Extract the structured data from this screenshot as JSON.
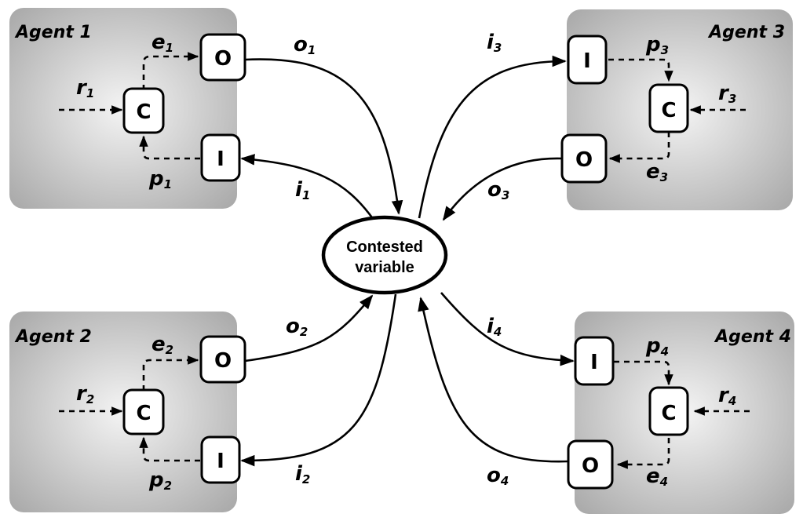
{
  "diagram": {
    "center_node": {
      "line1": "Contested",
      "line2": "variable"
    },
    "agents": [
      {
        "title": "Agent 1",
        "controller": "C",
        "output_node": "O",
        "input_node": "I",
        "reference": {
          "base": "r",
          "sub": "1"
        },
        "error_output": {
          "base": "e",
          "sub": "1"
        },
        "perception": {
          "base": "p",
          "sub": "1"
        },
        "output_to_variable": {
          "base": "o",
          "sub": "1"
        },
        "input_from_variable": {
          "base": "i",
          "sub": "1"
        }
      },
      {
        "title": "Agent 2",
        "controller": "C",
        "output_node": "O",
        "input_node": "I",
        "reference": {
          "base": "r",
          "sub": "2"
        },
        "error_output": {
          "base": "e",
          "sub": "2"
        },
        "perception": {
          "base": "p",
          "sub": "2"
        },
        "output_to_variable": {
          "base": "o",
          "sub": "2"
        },
        "input_from_variable": {
          "base": "i",
          "sub": "2"
        }
      },
      {
        "title": "Agent 3",
        "controller": "C",
        "output_node": "O",
        "input_node": "I",
        "reference": {
          "base": "r",
          "sub": "3"
        },
        "error_output": {
          "base": "e",
          "sub": "3"
        },
        "perception": {
          "base": "p",
          "sub": "3"
        },
        "output_to_variable": {
          "base": "o",
          "sub": "3"
        },
        "input_from_variable": {
          "base": "i",
          "sub": "3"
        }
      },
      {
        "title": "Agent 4",
        "controller": "C",
        "output_node": "O",
        "input_node": "I",
        "reference": {
          "base": "r",
          "sub": "4"
        },
        "error_output": {
          "base": "e",
          "sub": "4"
        },
        "perception": {
          "base": "p",
          "sub": "4"
        },
        "output_to_variable": {
          "base": "o",
          "sub": "4"
        },
        "input_from_variable": {
          "base": "i",
          "sub": "4"
        }
      }
    ],
    "colors": {
      "panel_center": "#f2f2f2",
      "panel_edge": "#a9a9a9",
      "stroke": "#000000",
      "node_fill": "#ffffff"
    }
  }
}
